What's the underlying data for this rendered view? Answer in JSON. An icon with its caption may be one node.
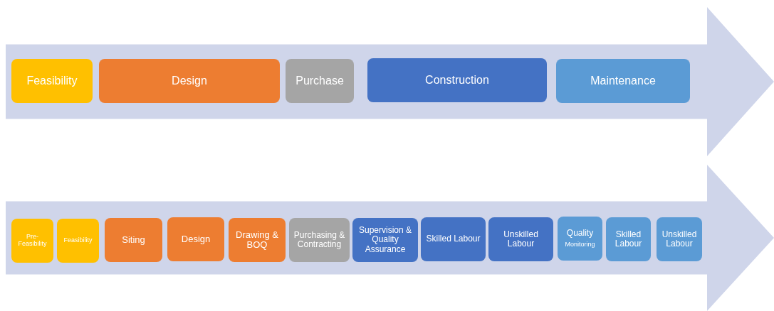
{
  "diagram": {
    "nodes": [
      {
        "text": [],
        "shape": "arrow"
      },
      {
        "text": [
          "Feasibility"
        ],
        "in": 0
      },
      {
        "text": [
          "Design"
        ],
        "in": 0
      },
      {
        "text": [
          "Purchase"
        ],
        "in": 0
      },
      {
        "text": [
          "Construction"
        ],
        "in": 0
      },
      {
        "text": [
          "Maintenance"
        ],
        "in": 0
      },
      {
        "text": [],
        "shape": "arrow"
      },
      {
        "text": [
          "Pre-Feasibility"
        ],
        "in": 6
      },
      {
        "text": [
          "Feasibility"
        ],
        "in": 6
      },
      {
        "text": [
          "Siting"
        ],
        "in": 6
      },
      {
        "text": [
          "Design"
        ],
        "in": 6
      },
      {
        "text": [
          "Drawing & BOQ"
        ],
        "in": 6
      },
      {
        "text": [
          "Purchasing & Contracting"
        ],
        "in": 6
      },
      {
        "text": [
          "Supervision & Quality Assurance"
        ],
        "in": 6
      },
      {
        "text": [
          "Skilled Labour"
        ],
        "in": 6
      },
      {
        "text": [
          "Unskilled Labour"
        ],
        "in": 6
      },
      {
        "text": [
          "Quality",
          "Monitoring"
        ],
        "in": 6
      },
      {
        "text": [
          "Skilled Labour"
        ],
        "in": 6
      },
      {
        "text": [
          "Unskilled Labour"
        ],
        "in": 6
      }
    ]
  }
}
